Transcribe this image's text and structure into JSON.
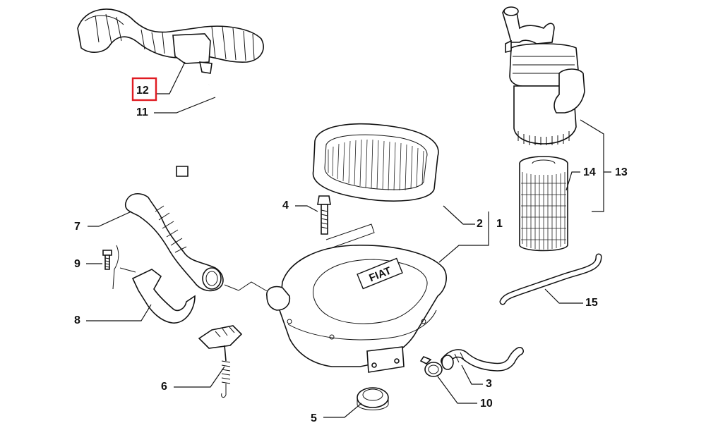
{
  "diagram": {
    "callouts": {
      "c1": "1",
      "c2": "2",
      "c3": "3",
      "c4": "4",
      "c5": "5",
      "c6": "6",
      "c7": "7",
      "c8": "8",
      "c9": "9",
      "c10": "10",
      "c11": "11",
      "c12": "12",
      "c13": "13",
      "c14": "14",
      "c15": "15"
    },
    "logo_text": "FIAT",
    "highlighted_callout": "12",
    "highlight_color": "#e01b22"
  }
}
